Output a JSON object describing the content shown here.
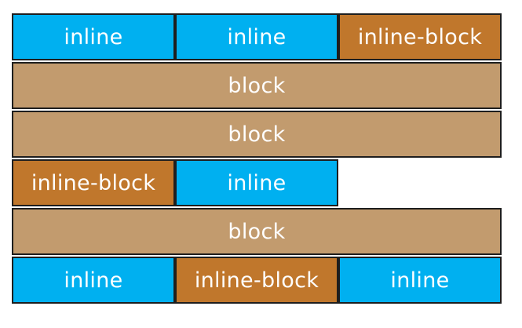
{
  "colors": {
    "inline": "#00b0f0",
    "inline_block": "#c0772c",
    "block": "#c29b6e",
    "border": "#1e1e1e"
  },
  "rows": [
    {
      "cells": [
        {
          "label": "inline",
          "kind": "inline"
        },
        {
          "label": "inline",
          "kind": "inline"
        },
        {
          "label": "inline-block",
          "kind": "inline-block"
        }
      ]
    },
    {
      "cells": [
        {
          "label": "block",
          "kind": "block"
        }
      ]
    },
    {
      "cells": [
        {
          "label": "block",
          "kind": "block"
        }
      ]
    },
    {
      "cells": [
        {
          "label": "inline-block",
          "kind": "inline-block"
        },
        {
          "label": "inline",
          "kind": "inline"
        }
      ]
    },
    {
      "cells": [
        {
          "label": "block",
          "kind": "block"
        }
      ]
    },
    {
      "cells": [
        {
          "label": "inline",
          "kind": "inline"
        },
        {
          "label": "inline-block",
          "kind": "inline-block"
        },
        {
          "label": "inline",
          "kind": "inline"
        }
      ]
    }
  ]
}
